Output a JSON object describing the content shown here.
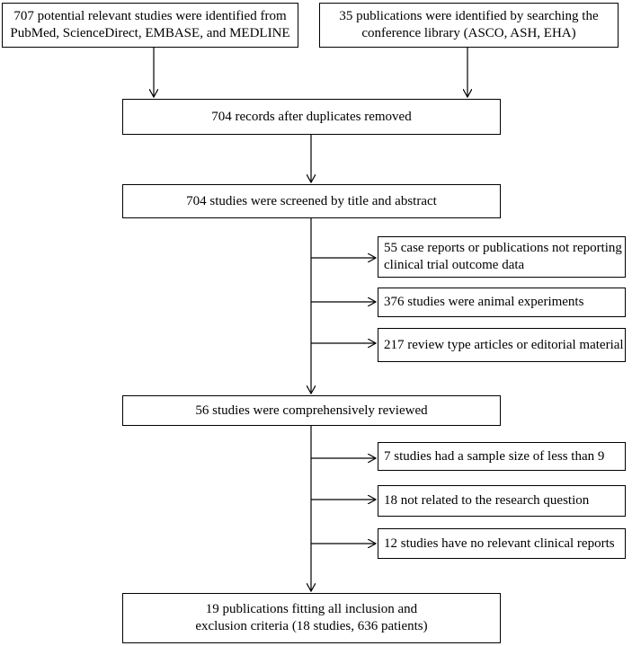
{
  "flowchart": {
    "source_pubmed": {
      "line1": "707 potential relevant studies  were identified from",
      "line2": "PubMed, ScienceDirect, EMBASE, and MEDLINE"
    },
    "source_conference": {
      "line1": "35 publications were identified by searching the",
      "line2": "conference library (ASCO, ASH, EHA)"
    },
    "duplicates_removed": "704 records after duplicates removed",
    "screened": "704 studies were screened by title and abstract",
    "exclusions_screening": [
      {
        "line1": "55 case reports or publications not reporting",
        "line2": "clinical trial outcome data"
      },
      {
        "line1": "376 studies were animal experiments"
      },
      {
        "line1": "217 review type articles or editorial material"
      }
    ],
    "reviewed": "56 studies were comprehensively reviewed",
    "exclusions_review": [
      {
        "line1": "7 studies had a sample size of less than 9"
      },
      {
        "line1": "18 not related to the research question"
      },
      {
        "line1": "12 studies have no relevant clinical reports"
      }
    ],
    "final": {
      "line1": "19 publications fitting all inclusion and",
      "line2": "exclusion criteria (18 studies, 636 patients)"
    }
  }
}
